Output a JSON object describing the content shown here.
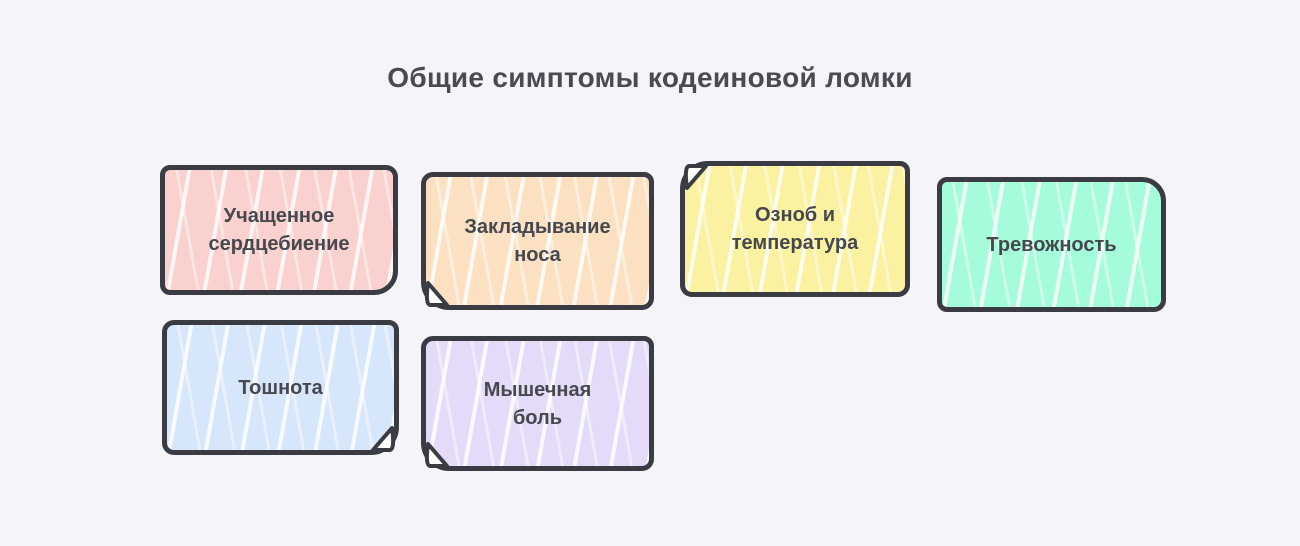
{
  "title": "Общие симптомы кодеиновой ломки",
  "colors": {
    "background": "#f5f4f9",
    "ink": "#3b3b43",
    "text": "#47474e",
    "title": "#4a4a52"
  },
  "notes": [
    {
      "label": "Учащенное\nсердцебиение",
      "color": "#f9d1ce",
      "fold": "none"
    },
    {
      "label": "Закладывание\nноса",
      "color": "#fce0c2",
      "fold": "bottom-left"
    },
    {
      "label": "Озноб и\nтемпература",
      "color": "#faf2a0",
      "fold": "top-left"
    },
    {
      "label": "Тревожность",
      "color": "#a5fcdb",
      "fold": "none"
    },
    {
      "label": "Тошнота",
      "color": "#d6e6fb",
      "fold": "bottom-right"
    },
    {
      "label": "Мышечная\nболь",
      "color": "#e3dbf7",
      "fold": "bottom-left"
    }
  ]
}
